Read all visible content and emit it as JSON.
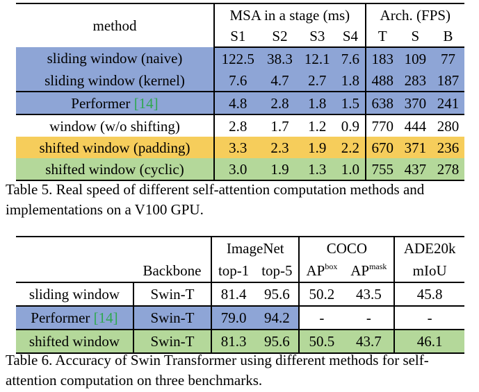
{
  "table5": {
    "header": {
      "method": "method",
      "msa_group": "MSA in a stage (ms)",
      "arch_group": "Arch. (FPS)",
      "msa_cols": [
        "S1",
        "S2",
        "S3",
        "S4"
      ],
      "arch_cols": [
        "T",
        "S",
        "B"
      ]
    },
    "rows": [
      {
        "method": "sliding window (naive)",
        "cite": "",
        "msa": [
          "122.5",
          "38.3",
          "12.1",
          "7.6"
        ],
        "arch": [
          "183",
          "109",
          "77"
        ]
      },
      {
        "method": "sliding window (kernel)",
        "cite": "",
        "msa": [
          "7.6",
          "4.7",
          "2.7",
          "1.8"
        ],
        "arch": [
          "488",
          "283",
          "187"
        ]
      },
      {
        "method": "Performer ",
        "cite": "[14]",
        "msa": [
          "4.8",
          "2.8",
          "1.8",
          "1.5"
        ],
        "arch": [
          "638",
          "370",
          "241"
        ]
      },
      {
        "method": "window (w/o shifting)",
        "cite": "",
        "msa": [
          "2.8",
          "1.7",
          "1.2",
          "0.9"
        ],
        "arch": [
          "770",
          "444",
          "280"
        ]
      },
      {
        "method": "shifted window (padding)",
        "cite": "",
        "msa": [
          "3.3",
          "2.3",
          "1.9",
          "2.2"
        ],
        "arch": [
          "670",
          "371",
          "236"
        ]
      },
      {
        "method": "shifted window (cyclic)",
        "cite": "",
        "msa": [
          "3.0",
          "1.9",
          "1.3",
          "1.0"
        ],
        "arch": [
          "755",
          "437",
          "278"
        ]
      }
    ],
    "caption": "Table 5. Real speed of different self-attention computation methods and implementations on a V100 GPU."
  },
  "table6": {
    "header": {
      "backbone": "Backbone",
      "imagenet": "ImageNet",
      "coco": "COCO",
      "ade": "ADE20k",
      "top1": "top-1",
      "top5": "top-5",
      "ap": "AP",
      "ap_box_sup": "box",
      "ap_mask_sup": "mask",
      "miou": "mIoU"
    },
    "rows": [
      {
        "method": "sliding window",
        "cite": "",
        "backbone": "Swin-T",
        "top1": "81.4",
        "top5": "95.6",
        "apbox": "50.2",
        "apmask": "43.5",
        "miou": "45.8"
      },
      {
        "method": "Performer ",
        "cite": "[14]",
        "backbone": "Swin-T",
        "top1": "79.0",
        "top5": "94.2",
        "apbox": "-",
        "apmask": "-",
        "miou": "-"
      },
      {
        "method": "shifted window",
        "cite": "",
        "backbone": "Swin-T",
        "top1": "81.3",
        "top5": "95.6",
        "apbox": "50.5",
        "apmask": "43.7",
        "miou": "46.1"
      }
    ],
    "caption": "Table 6. Accuracy of Swin Transformer using different methods for self-attention computation on three benchmarks."
  },
  "colors": {
    "blue": "#8ea5d6",
    "yellow": "#f6cd5b",
    "green": "#b4d89a",
    "citation": "#2fa84f"
  }
}
